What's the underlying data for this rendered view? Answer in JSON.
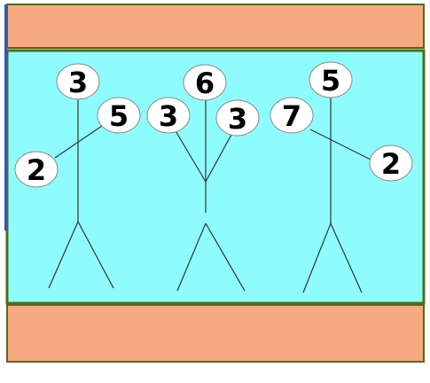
{
  "colors": {
    "band": "#f7a982",
    "field": "#8efcfc",
    "frame": "#4f6b1c",
    "left_edge": "#3a58a8",
    "figure_line": "#333333",
    "circle_fill": "#ffffff",
    "circle_stroke": "#888888"
  },
  "figures": [
    {
      "name": "left",
      "head": "3",
      "arms": [
        "5",
        "2"
      ]
    },
    {
      "name": "middle",
      "head": "6",
      "arms": [
        "3",
        "3"
      ]
    },
    {
      "name": "right",
      "head": "5",
      "arms": [
        "7",
        "2"
      ]
    }
  ]
}
